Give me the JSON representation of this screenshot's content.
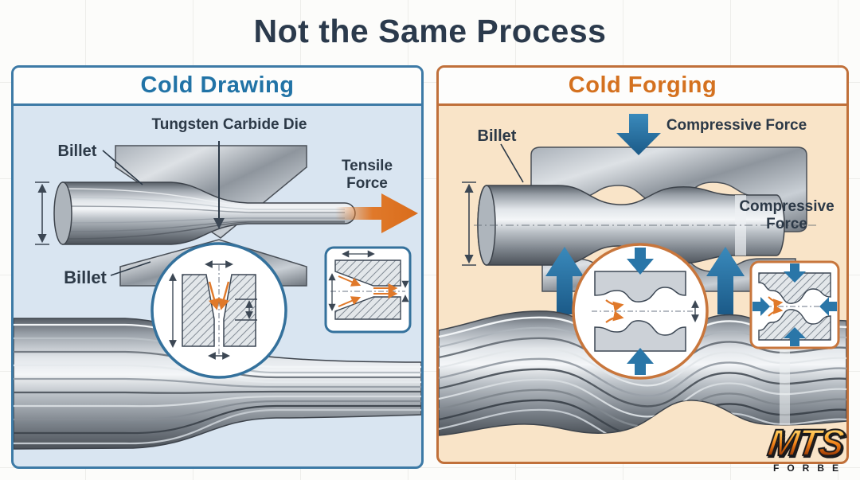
{
  "title": "Not the Same Process",
  "panels": {
    "drawing": {
      "title": "Cold Drawing",
      "die_label": "Tungsten Carbide Die",
      "billet_label_top": "Billet",
      "billet_label_bottom": "Billet",
      "force_label": "Tensile Force"
    },
    "forging": {
      "title": "Cold Forging",
      "billet_label": "Billet",
      "force_label_top": "Compressive Force",
      "force_label_side": "Compressive Force"
    }
  },
  "logo": {
    "brand": "MTS",
    "wordmark": "FORBE"
  },
  "colors": {
    "title_text": "#2b3a4c",
    "drawing_accent": "#2173a6",
    "drawing_border": "#3d7aa6",
    "drawing_background": "#d9e5f1",
    "forging_accent": "#d4711f",
    "forging_border": "#c0703a",
    "forging_background": "#f9e4c8",
    "tensile_arrow": "#e0792a",
    "compressive_arrow": "#2a76a8",
    "label_text": "#2c3947"
  }
}
